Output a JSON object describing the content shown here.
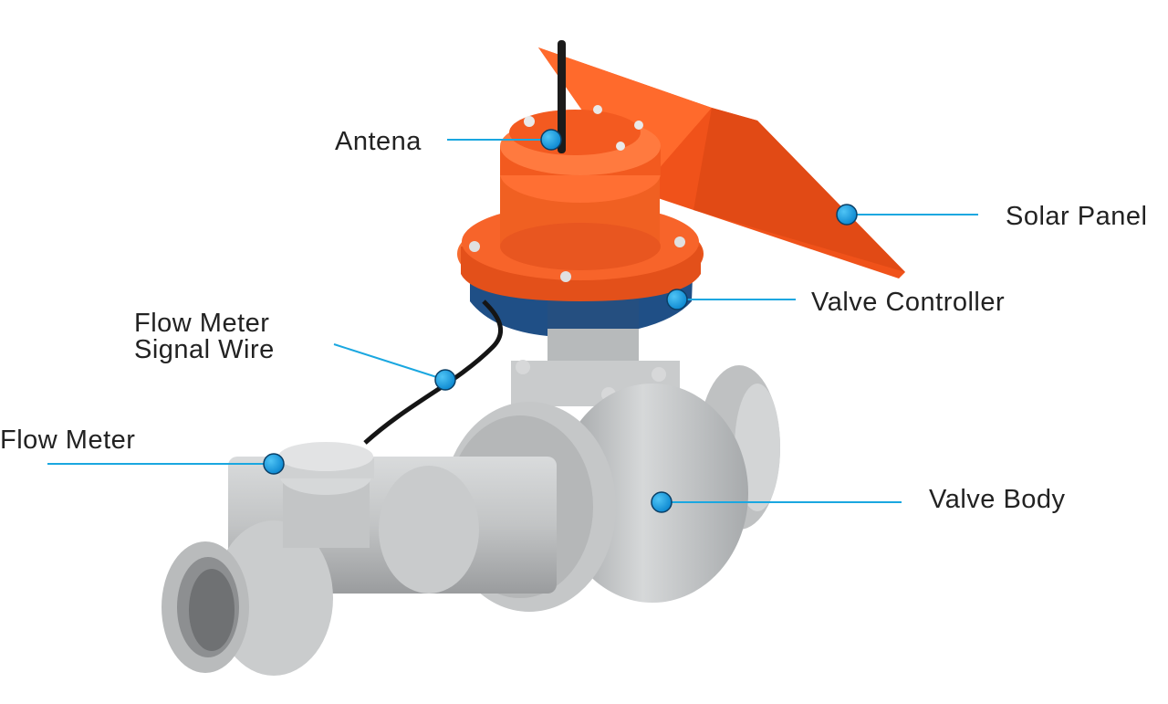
{
  "labels": {
    "antenna": "Antena",
    "solar_panel": "Solar Panel",
    "valve_controller": "Valve Controller",
    "signal_wire_line1": "Flow Meter",
    "signal_wire_line2": "Signal Wire",
    "flow_meter": "Flow Meter",
    "valve_body": "Valve Body"
  },
  "colors": {
    "callout_line": "#1aa7e0",
    "callout_dot": "#0b8fd6",
    "housing_orange": "#f2551e",
    "controller_blue": "#1f4f86",
    "pvc_grey": "#c4c6c7",
    "text": "#222222"
  }
}
